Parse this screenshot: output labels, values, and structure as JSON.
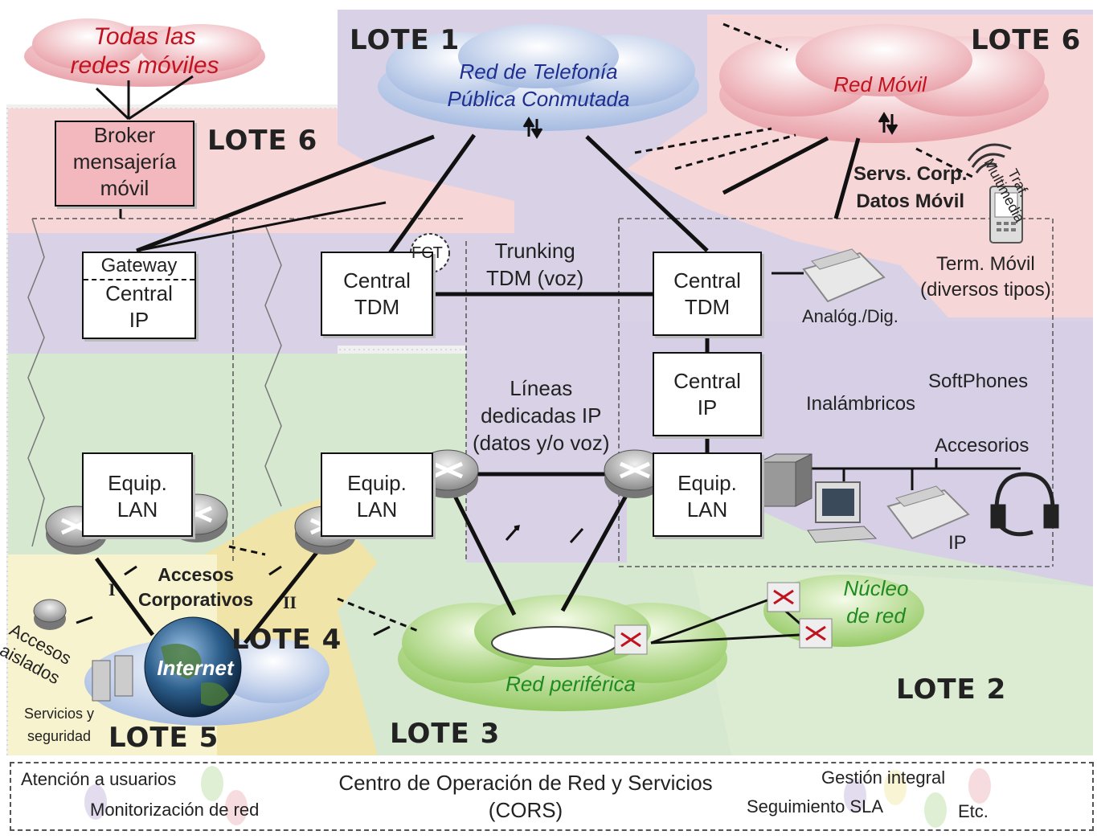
{
  "lotes": {
    "lote1": "LOTE 1",
    "lote6_top": "LOTE 6",
    "lote6_left": "LOTE 6",
    "lote2": "LOTE 2",
    "lote3": "LOTE 3",
    "lote4": "LOTE 4",
    "lote5": "LOTE 5"
  },
  "clouds": {
    "mobile_nets": "Todas las\nredes móviles",
    "pstn": "Red de Telefonía\nPública Conmutada",
    "mobile": "Red Móvil",
    "peripheral": "Red periférica",
    "core": "Núcleo\nde red",
    "internet": "Internet"
  },
  "boxes": {
    "broker": "Broker\nmensajería\nmóvil",
    "gateway": "Gateway",
    "central_ip_left": "Central\nIP",
    "central_tdm_mid": "Central\nTDM",
    "central_tdm_right": "Central\nTDM",
    "central_ip_right": "Central\nIP",
    "equip_lan_left": "Equip.\nLAN",
    "equip_lan_mid": "Equip.\nLAN",
    "equip_lan_right": "Equip.\nLAN"
  },
  "labels": {
    "fct": "FCT",
    "trunking": "Trunking\nTDM (voz)",
    "lineas": "Líneas\ndedicadas IP\n(datos y/o voz)",
    "servs_corp": "Servs. Corp.\nDatos Móvil",
    "traf_multimedia": "Traf.\nMultimedia",
    "term_movil": "Term. Móvil\n(diversos tipos)",
    "analog_dig": "Analóg./Dig.",
    "softphones": "SoftPhones",
    "inalambricos": "Inalámbricos",
    "accesorios": "Accesorios",
    "ip_phone": "IP",
    "accesos_corp": "Accesos\nCorporativos",
    "accesos_aislados": "Accesos\naislados",
    "servicios_seguridad": "Servicios y\nseguridad",
    "roman_i": "I",
    "roman_ii": "II"
  },
  "cors": {
    "title": "Centro de Operación de Red y Servicios",
    "acronym": "(CORS)",
    "atencion": "Atención a usuarios",
    "monitorizacion": "Monitorización de red",
    "gestion": "Gestión integral",
    "seguimiento": "Seguimiento SLA",
    "etc": "Etc."
  },
  "colors": {
    "lote1": "#d9d2e6",
    "lote6": "#f6d6d6",
    "lote2": "#d8ebcf",
    "lote3": "#d6e8d0",
    "lote4": "#f1e4a8",
    "lote5": "#f7f3cf",
    "pstn_cloud": "#c7d6ee",
    "mobile_cloud": "#f2c4c8",
    "green_cloud": "#b9dc94",
    "pstn_text": "#1f2f8f",
    "red_text": "#c1121f",
    "green_text": "#1f8a1f"
  }
}
